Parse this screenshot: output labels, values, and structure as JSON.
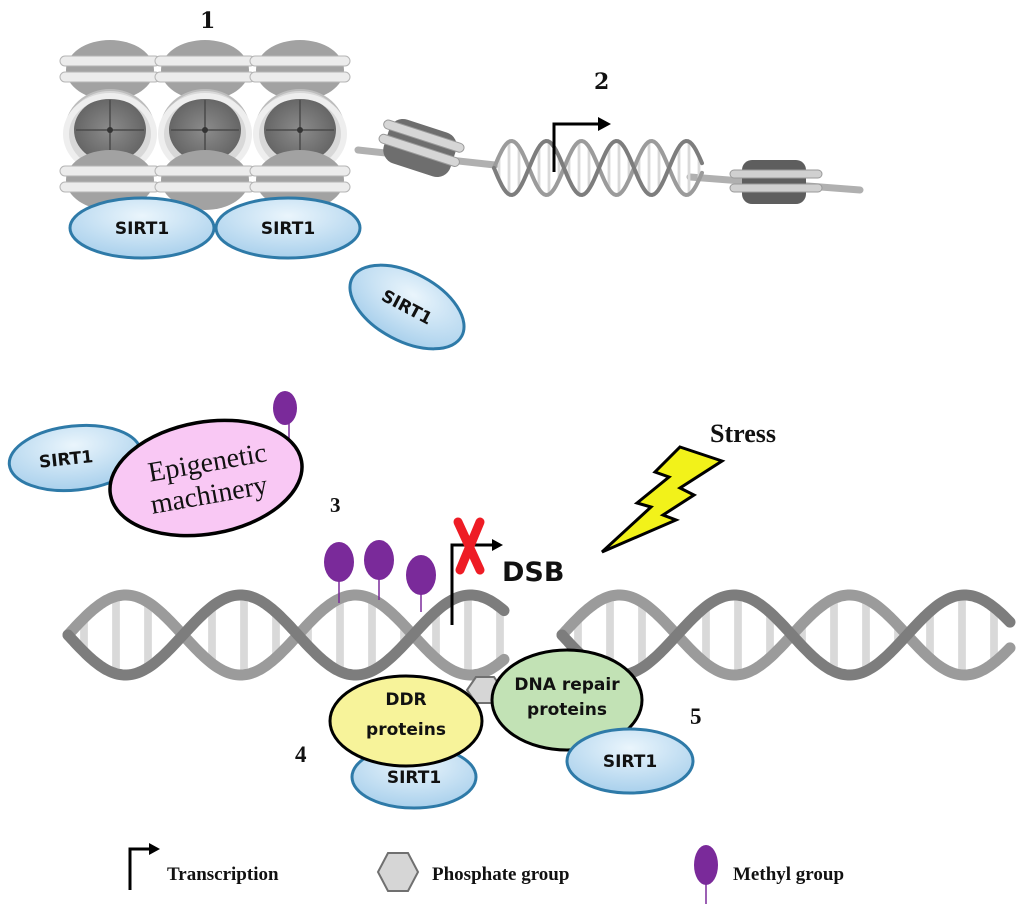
{
  "figure": {
    "step_labels": [
      "1",
      "2",
      "3",
      "4",
      "5"
    ],
    "chromatin": {
      "condensed_binders": [
        "SIRT1",
        "SIRT1"
      ],
      "free_protein": "SIRT1"
    },
    "epigenetic": {
      "sirt_label": "SIRT1",
      "machinery_line1": "Epigenetic",
      "machinery_line2": "machinery"
    },
    "damage": {
      "dsb_label": "DSB",
      "stress_label": "Stress"
    },
    "repair": {
      "ddr_line1": "DDR",
      "ddr_line2": "proteins",
      "ddr_sirt": "SIRT1",
      "repair_line1": "DNA repair",
      "repair_line2": "proteins",
      "repair_sirt": "SIRT1"
    },
    "legend": [
      {
        "icon": "transcription-arrow-icon",
        "label": "Transcription"
      },
      {
        "icon": "phosphate-hexagon-icon",
        "label": "Phosphate group"
      },
      {
        "icon": "methyl-lollipop-icon",
        "label": "Methyl group"
      }
    ],
    "colors": {
      "sirt_fill": "#cfe6f5",
      "sirt_stroke": "#2e7aa8",
      "epigenetic_fill": "#f9c8f4",
      "ddr_fill": "#f7f39a",
      "repair_fill": "#c2e2b5",
      "methyl": "#7a2a9a",
      "bolt": "#f2f21a",
      "x_mark": "#ee1c25",
      "dna": "#8a8a8a",
      "phosphate_fill": "#d6d6d6"
    }
  }
}
